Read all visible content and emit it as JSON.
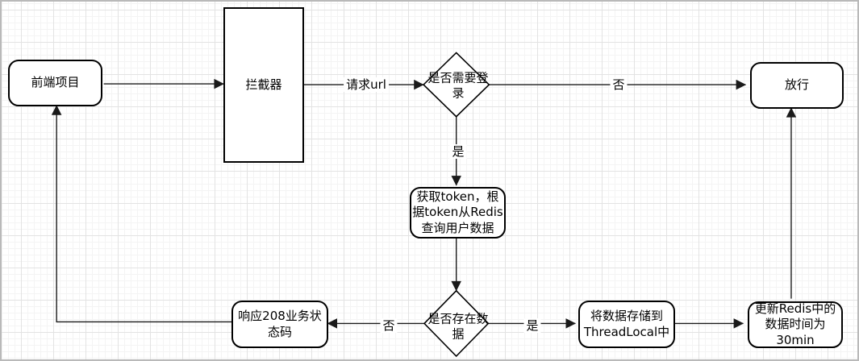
{
  "diagram": {
    "type": "flowchart",
    "language": "zh-CN",
    "nodes": {
      "frontend": {
        "label": "前端项目",
        "shape": "rounded-rect"
      },
      "interceptor": {
        "label": "拦截器",
        "shape": "rect"
      },
      "need_login": {
        "label": "是否需要登录",
        "shape": "diamond"
      },
      "pass": {
        "label": "放行",
        "shape": "rounded-rect"
      },
      "get_token": {
        "label": "获取token，根据token从Redis查询用户数据",
        "shape": "rounded-rect"
      },
      "data_exists": {
        "label": "是否存在数据",
        "shape": "diamond"
      },
      "respond_208": {
        "label": "响应208业务状态码",
        "shape": "rounded-rect"
      },
      "thread_local": {
        "label": "将数据存储到ThreadLocal中",
        "shape": "rounded-rect"
      },
      "update_redis": {
        "label": "更新Redis中的数据时间为30min",
        "shape": "rounded-rect"
      }
    },
    "edge_labels": {
      "request_url": "请求url",
      "no_top": "否",
      "yes_middle": "是",
      "no_bottom": "否",
      "yes_bottom": "是"
    },
    "edges": [
      {
        "from": "frontend",
        "to": "interceptor",
        "label": ""
      },
      {
        "from": "interceptor",
        "to": "need_login",
        "label": "请求url"
      },
      {
        "from": "need_login",
        "to": "pass",
        "label": "否"
      },
      {
        "from": "need_login",
        "to": "get_token",
        "label": "是"
      },
      {
        "from": "get_token",
        "to": "data_exists",
        "label": ""
      },
      {
        "from": "data_exists",
        "to": "respond_208",
        "label": "否"
      },
      {
        "from": "respond_208",
        "to": "frontend",
        "label": ""
      },
      {
        "from": "data_exists",
        "to": "thread_local",
        "label": "是"
      },
      {
        "from": "thread_local",
        "to": "update_redis",
        "label": ""
      },
      {
        "from": "update_redis",
        "to": "pass",
        "label": ""
      }
    ],
    "colors": {
      "node_fill": "#ffffff",
      "node_stroke": "#000000",
      "edge_stroke": "#1a1a1a",
      "text": "#000000",
      "grid_minor": "#f4f4f4",
      "grid_major": "#e3e3e3",
      "canvas_border": "#b9b9b9"
    }
  }
}
